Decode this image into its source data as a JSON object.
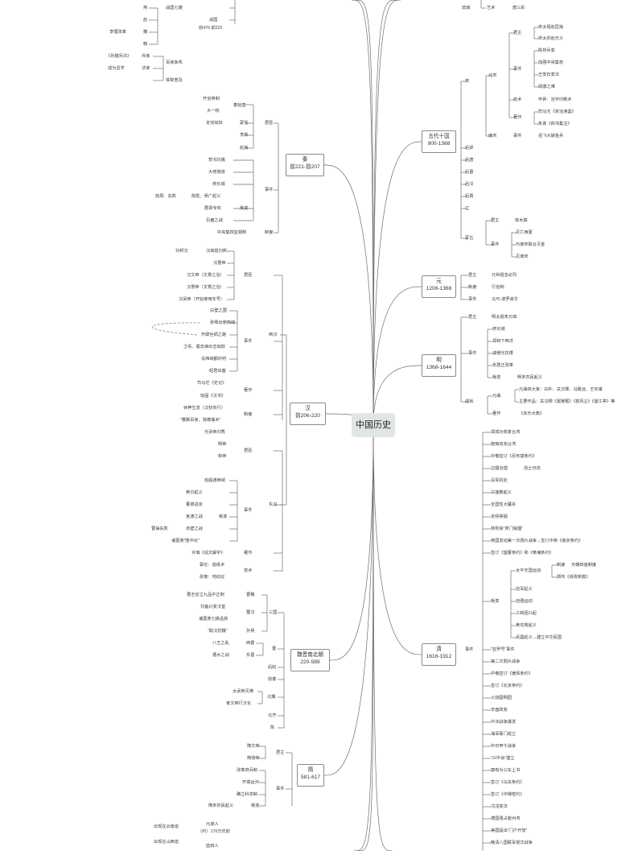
{
  "root": "中国历史",
  "texts": [
    [
      "t1",
      "燕"
    ],
    [
      "t2",
      "战国七雄"
    ],
    [
      "t3",
      "赵"
    ],
    [
      "t4",
      "战国"
    ],
    [
      "t5",
      "前476-前222"
    ],
    [
      "t6",
      "李悝改革"
    ],
    [
      "t7",
      "魏"
    ],
    [
      "t8",
      "韩"
    ],
    [
      "t9",
      "《孙膑兵法》"
    ],
    [
      "t10",
      "兵家"
    ],
    [
      "t11",
      "百家争鸣"
    ],
    [
      "t12",
      "成为显学"
    ],
    [
      "t13",
      "法家"
    ],
    [
      "t14",
      "铁犁普及"
    ],
    [
      "q1",
      "开创帝制"
    ],
    [
      "q2",
      "秦始皇"
    ],
    [
      "q3",
      "大一统"
    ],
    [
      "q4",
      "定伐匈奴"
    ],
    [
      "q5",
      "蒙恬"
    ],
    [
      "q6",
      "君臣"
    ],
    [
      "q7",
      "李斯"
    ],
    [
      "q8",
      "赵高"
    ],
    [
      "q9",
      "焚书坑儒"
    ],
    [
      "q10",
      "大修驰道"
    ],
    [
      "q11",
      "修长城"
    ],
    [
      "q12",
      "结局：失败"
    ],
    [
      "q13",
      "陈胜、吴广起义"
    ],
    [
      "q14",
      "事件"
    ],
    [
      "q15",
      "郡县专权"
    ],
    [
      "q16",
      "叛变"
    ],
    [
      "q17",
      "巨鹿之战"
    ],
    [
      "q18",
      "中央集权监督制"
    ],
    [
      "q19",
      "制度"
    ],
    [
      "h1",
      "刘邦汉"
    ],
    [
      "h2",
      "汉高祖刘邦"
    ],
    [
      "h3",
      "汉惠帝"
    ],
    [
      "h4",
      "汉文帝（文景之治）"
    ],
    [
      "h5",
      "君臣"
    ],
    [
      "h6",
      "汉景帝（文景之治）"
    ],
    [
      "h7",
      "汉武帝（开始使用年号）"
    ],
    [
      "h8",
      "白登之围"
    ],
    [
      "h9",
      "张骞出使西域"
    ],
    [
      "h10",
      "开辟丝绸之路"
    ],
    [
      "h11",
      "卫青、霍去病出击匈奴"
    ],
    [
      "h12",
      "事件"
    ],
    [
      "h13",
      "西汉"
    ],
    [
      "h14",
      "设西域都护府"
    ],
    [
      "h15",
      "昭君出塞"
    ],
    [
      "h16",
      "司马迁《史记》"
    ],
    [
      "h17",
      "著作"
    ],
    [
      "h18",
      "班固《汉书》"
    ],
    [
      "h19",
      "休养生息（汉初实行）"
    ],
    [
      "h20",
      "制度"
    ],
    [
      "h21",
      "\"罢黜百家，独尊儒术\""
    ],
    [
      "h22",
      "光武帝刘秀"
    ],
    [
      "h23",
      "明帝"
    ],
    [
      "h24",
      "君臣"
    ],
    [
      "h25",
      "和帝"
    ],
    [
      "h26",
      "班超通西域"
    ],
    [
      "h27",
      "黄巾起义"
    ],
    [
      "h28",
      "董卓进京"
    ],
    [
      "h29",
      "官渡之战"
    ],
    [
      "h30",
      "叛变"
    ],
    [
      "h31",
      "东汉"
    ],
    [
      "h32",
      "曹操失败"
    ],
    [
      "h33",
      "赤壁之战"
    ],
    [
      "h34",
      "诸葛亮\"隆中对\""
    ],
    [
      "h35",
      "事件"
    ],
    [
      "h36",
      "许慎《说文解字》"
    ],
    [
      "h37",
      "著作"
    ],
    [
      "h38",
      "蔡伦：造纸术"
    ],
    [
      "h39",
      "技术"
    ],
    [
      "h40",
      "张衡：地动仪"
    ],
    [
      "w1",
      "曹丕创立九品中正制"
    ],
    [
      "w2",
      "曹魏"
    ],
    [
      "w3",
      "刘备兴复汉室"
    ],
    [
      "w4",
      "蜀汉"
    ],
    [
      "w5",
      "三国"
    ],
    [
      "w6",
      "诸葛亮七擒孟获"
    ],
    [
      "w7",
      "\"联汉抗魏\""
    ],
    [
      "w8",
      "孙吴"
    ],
    [
      "w9",
      "八王之乱"
    ],
    [
      "w10",
      "西晋"
    ],
    [
      "w11",
      "晋"
    ],
    [
      "w12",
      "淝水之战"
    ],
    [
      "w13",
      "东晋"
    ],
    [
      "w14",
      "后赵"
    ],
    [
      "w15",
      "前秦"
    ],
    [
      "w16",
      "太武帝灭佛"
    ],
    [
      "w17",
      "北魏"
    ],
    [
      "w18",
      "孝文帝行汉化"
    ],
    [
      "w19",
      "北齐"
    ],
    [
      "w20",
      "陈"
    ],
    [
      "s1",
      "隋文帝"
    ],
    [
      "s2",
      "君主"
    ],
    [
      "s3",
      "隋炀帝"
    ],
    [
      "s4",
      "改革府兵制"
    ],
    [
      "s5",
      "开凿运河"
    ],
    [
      "s6",
      "事件"
    ],
    [
      "s7",
      "确立科举制"
    ],
    [
      "s8",
      "隋末农民起义"
    ],
    [
      "s9",
      "叛变"
    ],
    [
      "p1",
      "出现在云南省"
    ],
    [
      "p2",
      "元谋人"
    ],
    [
      "p3",
      "（约）170万年前"
    ],
    [
      "p4",
      "出现在山西省"
    ],
    [
      "p5",
      "蓝田人"
    ],
    [
      "r1",
      "琉璃"
    ],
    [
      "r2",
      "艺术"
    ],
    [
      "r3",
      "唐三彩"
    ],
    [
      "r4",
      "君主"
    ],
    [
      "r5",
      "宋太祖赵匡胤"
    ],
    [
      "r6",
      "宋太宗赵光义"
    ],
    [
      "r7",
      "陈桥兵变"
    ],
    [
      "r8",
      "北宋"
    ],
    [
      "r9",
      "加强中央集权"
    ],
    [
      "r10",
      "事件"
    ],
    [
      "r11",
      "王安石变法"
    ],
    [
      "r12",
      "宋"
    ],
    [
      "r13",
      "靖康之难"
    ],
    [
      "r14",
      "技术"
    ],
    [
      "r15",
      "毕昇：活字印刷术"
    ],
    [
      "r16",
      "司马光《资治通鉴》"
    ],
    [
      "r17",
      "著作"
    ],
    [
      "r18",
      "朱熹《四书集注》"
    ],
    [
      "r19",
      "南宋"
    ],
    [
      "r20",
      "事件"
    ],
    [
      "r21",
      "岳飞大破金兵"
    ],
    [
      "r22",
      "后梁"
    ],
    [
      "r23",
      "后唐"
    ],
    [
      "r24",
      "后晋"
    ],
    [
      "r25",
      "后汉"
    ],
    [
      "r26",
      "后周"
    ],
    [
      "r27",
      "辽"
    ],
    [
      "r28",
      "君主"
    ],
    [
      "r29",
      "铁木真"
    ],
    [
      "r30",
      "灭亡西夏"
    ],
    [
      "r31",
      "蒙古"
    ],
    [
      "r32",
      "事件"
    ],
    [
      "r33",
      "与南宋联合灭金"
    ],
    [
      "r34",
      "灭南宋"
    ],
    [
      "y1",
      "君主"
    ],
    [
      "y2",
      "元世祖忽必烈"
    ],
    [
      "y3",
      "制度"
    ],
    [
      "y4",
      "行省制"
    ],
    [
      "y5",
      "事件"
    ],
    [
      "y6",
      "马可·波罗来华"
    ],
    [
      "m1",
      "君主"
    ],
    [
      "m2",
      "明太祖朱元璋"
    ],
    [
      "m3",
      "修长城"
    ],
    [
      "m4",
      "郑和下西洋"
    ],
    [
      "m5",
      "事件"
    ],
    [
      "m6",
      "戚继光抗倭"
    ],
    [
      "m7",
      "张居正改革"
    ],
    [
      "m8",
      "叛变"
    ],
    [
      "m9",
      "明末农民起义"
    ],
    [
      "m10",
      "元曲四大家：白朴、关汉卿、马致远、王实甫"
    ],
    [
      "m11",
      "元曲"
    ],
    [
      "m12",
      "成就"
    ],
    [
      "m13",
      "主要作品：关汉卿《窦娥冤》《救风尘》《望江亭》等"
    ],
    [
      "m14",
      "著作"
    ],
    [
      "m15",
      "《永乐大典》"
    ],
    [
      "c1",
      "郑成功收复台湾"
    ],
    [
      "c2",
      "施琅攻克台湾"
    ],
    [
      "c3",
      "中俄签订《尼布楚条约》"
    ],
    [
      "c4",
      "边疆治理"
    ],
    [
      "c5",
      "改土归流"
    ],
    [
      "c6",
      "设军机处"
    ],
    [
      "c7",
      "白莲教起义"
    ],
    [
      "c8",
      "全国性大屠杀"
    ],
    [
      "c9",
      "京师禁烟"
    ],
    [
      "c10",
      "林则徐\"虎门销烟\""
    ],
    [
      "c11",
      "英国发动第一次鸦片战争→签订中英《南京条约》"
    ],
    [
      "c12",
      "签订《望厦条约》和《黄埔条约》"
    ],
    [
      "c13",
      "制度"
    ],
    [
      "c14",
      "天朝田亩制度"
    ],
    [
      "c15",
      "太平天国运动"
    ],
    [
      "c16",
      "颁布《资政新篇》"
    ],
    [
      "c17",
      "捻军起义"
    ],
    [
      "c18",
      "自强运动"
    ],
    [
      "c19",
      "叛变"
    ],
    [
      "c20",
      "义和团兴起"
    ],
    [
      "c21",
      "黄花岗起义"
    ],
    [
      "c22",
      "武昌起义→建立中华民国"
    ],
    [
      "c23",
      "事件"
    ],
    [
      "c24",
      "\"亚罗号\"事件"
    ],
    [
      "c25",
      "第二次鸦片战争"
    ],
    [
      "c26",
      "中俄签订《瑷珲条约》"
    ],
    [
      "c27",
      "签订《北京条约》"
    ],
    [
      "c28",
      "火烧圆明园"
    ],
    [
      "c29",
      "辛酉政变"
    ],
    [
      "c30",
      "中法战争爆发"
    ],
    [
      "c31",
      "海军衙门成立"
    ],
    [
      "c32",
      "中日甲午战争"
    ],
    [
      "c33",
      "\"兴中会\"建立"
    ],
    [
      "c34",
      "康有为公车上书"
    ],
    [
      "c35",
      "签订《马关条约》"
    ],
    [
      "c36",
      "签订《中俄密约》"
    ],
    [
      "c37",
      "戊戌变法"
    ],
    [
      "c38",
      "德国强占胶州湾"
    ],
    [
      "c39",
      "美国提出\"门户开放\""
    ],
    [
      "c40",
      "晚清八国联军侵华战争"
    ]
  ],
  "boxes": [
    [
      "bqin",
      "秦",
      "前221-前207"
    ],
    [
      "bhan",
      "汉",
      "前206-220"
    ],
    [
      "bwei",
      "魏晋南北朝",
      "220-589"
    ],
    [
      "bsui",
      "隋",
      "581-617"
    ],
    [
      "bwudai",
      "五代十国",
      "900-1368"
    ],
    [
      "byuan",
      "元",
      "1206-1368"
    ],
    [
      "bming",
      "明",
      "1368-1644"
    ],
    [
      "bqing",
      "清",
      "1616-1912"
    ]
  ]
}
